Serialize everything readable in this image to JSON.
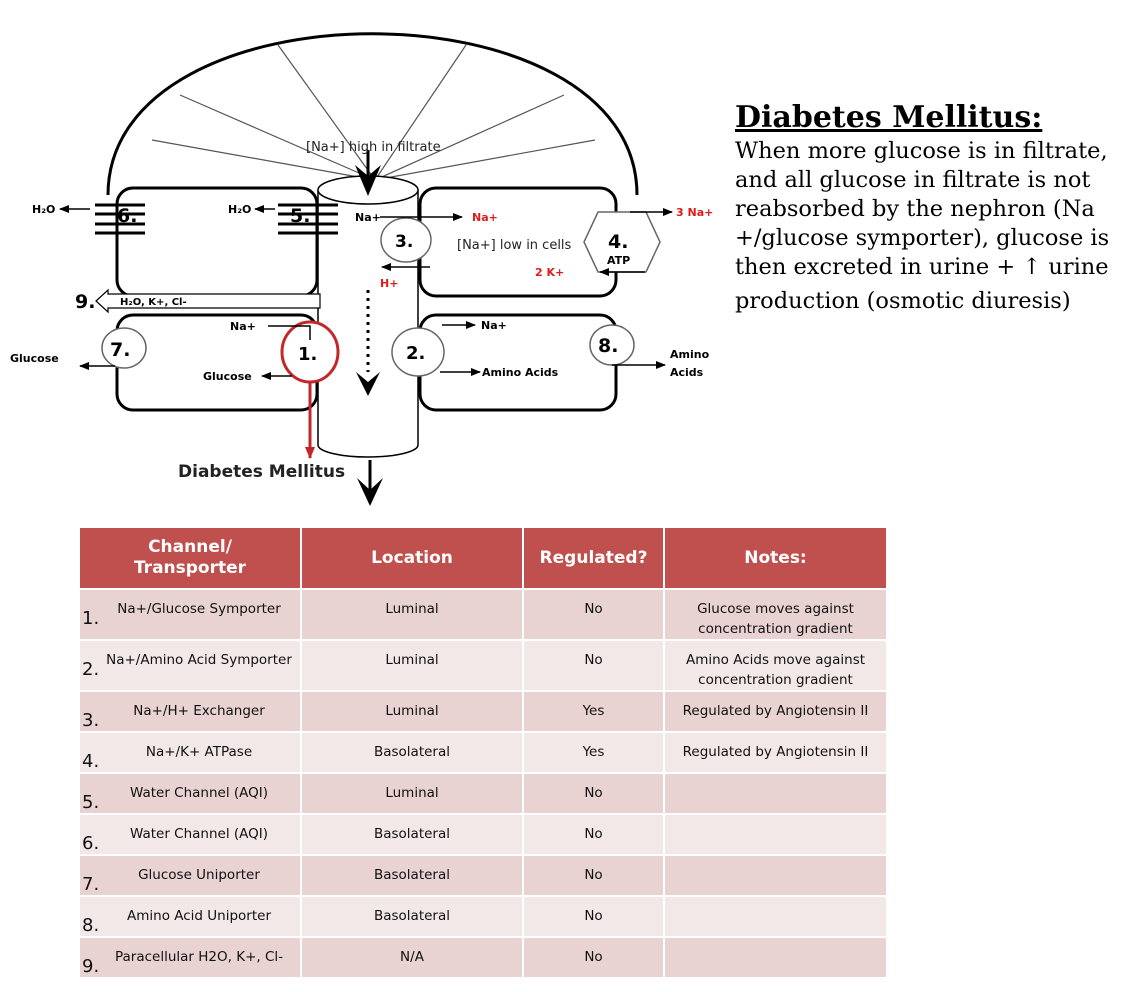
{
  "diagram": {
    "filtrate_label": "[Na+] high in filtrate",
    "bottom_label": "Diabetes Mellitus",
    "labels": {
      "h2o_left": "H₂O",
      "h2o_mid": "H₂O",
      "na_top": "Na+",
      "na_red_out": "Na+",
      "three_na": "3 Na+",
      "na_low": "[Na+] low in cells",
      "atp": "ATP",
      "two_k": "2 K+",
      "h_plus": "H+",
      "paracellular": "H₂O, K+, Cl-",
      "na_mid": "Na+",
      "na_right": "Na+",
      "glucose_left": "Glucose",
      "glucose_mid": "Glucose",
      "amino_mid": "Amino Acids",
      "amino_right_1": "Amino",
      "amino_right_2": "Acids"
    },
    "numbers": {
      "n1": "1.",
      "n2": "2.",
      "n3": "3.",
      "n4": "4.",
      "n5": "5.",
      "n6": "6.",
      "n7": "7.",
      "n8": "8.",
      "n9": "9."
    },
    "colors": {
      "accent_red": "#c0282a",
      "label_red": "#e01b1b",
      "line": "#000000"
    }
  },
  "side": {
    "title": "Diabetes Mellitus:",
    "body_main": "When more glucose is in filtrate, and all glucose in filtrate is not reabsorbed by the nephron (Na +/glucose symporter), glucose is then excreted in urine + ↑ urine",
    "body_last": "production (osmotic diuresis)"
  },
  "table": {
    "header_color": "#c0504d",
    "headers": [
      "Channel/\nTransporter",
      "Location",
      "Regulated?",
      "Notes:"
    ],
    "rows": [
      {
        "num": "1.",
        "name": "Na+/Glucose Symporter",
        "location": "Luminal",
        "regulated": "No",
        "notes": "Glucose moves against concentration gradient"
      },
      {
        "num": "2.",
        "name": "Na+/Amino Acid Symporter",
        "location": "Luminal",
        "regulated": "No",
        "notes": "Amino Acids move against concentration gradient"
      },
      {
        "num": "3.",
        "name": "Na+/H+ Exchanger",
        "location": "Luminal",
        "regulated": "Yes",
        "notes": "Regulated by Angiotensin II"
      },
      {
        "num": "4.",
        "name": "Na+/K+ ATPase",
        "location": "Basolateral",
        "regulated": "Yes",
        "notes": "Regulated by Angiotensin II"
      },
      {
        "num": "5.",
        "name": "Water Channel (AQI)",
        "location": "Luminal",
        "regulated": "No",
        "notes": ""
      },
      {
        "num": "6.",
        "name": "Water Channel (AQI)",
        "location": "Basolateral",
        "regulated": "No",
        "notes": ""
      },
      {
        "num": "7.",
        "name": "Glucose Uniporter",
        "location": "Basolateral",
        "regulated": "No",
        "notes": ""
      },
      {
        "num": "8.",
        "name": "Amino Acid Uniporter",
        "location": "Basolateral",
        "regulated": "No",
        "notes": ""
      },
      {
        "num": "9.",
        "name": "Paracellular H2O, K+, Cl-",
        "location": "N/A",
        "regulated": "No",
        "notes": ""
      }
    ]
  }
}
